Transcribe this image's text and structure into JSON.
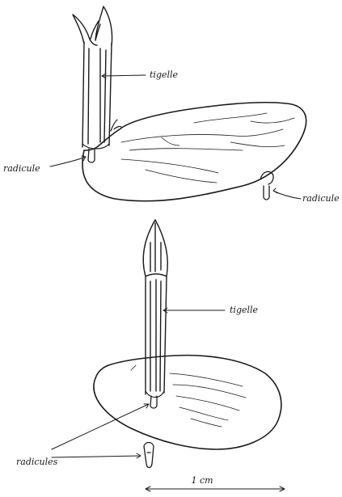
{
  "labels": {
    "tigelle_top": "tigelle",
    "radicule_left": "radicule",
    "radicule_right": "radicule",
    "tigelle_bottom": "tigelle",
    "radicules": "radicules",
    "scale": "1 cm"
  }
}
